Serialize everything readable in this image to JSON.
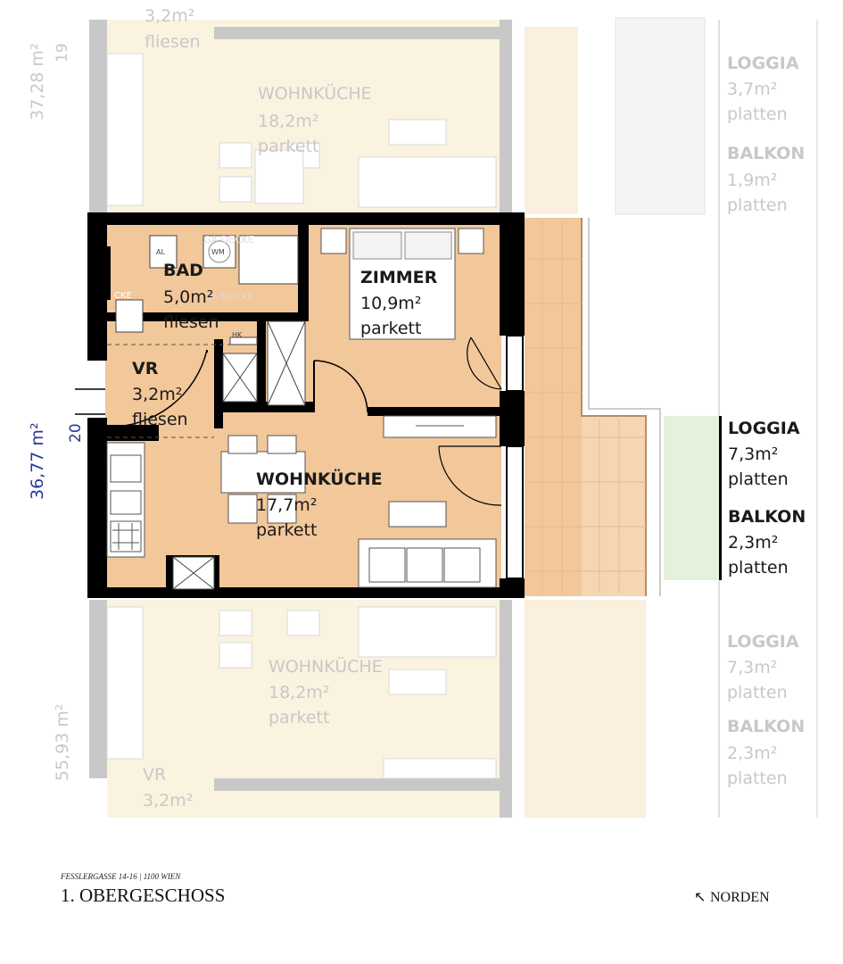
{
  "colors": {
    "highlight_floor": "#f2c79a",
    "faded_floor": "#faf3df",
    "wall": "#000000",
    "faded_wall": "#c8c8c8",
    "balcony_green": "#e6f1dc",
    "area_blue": "#27379b"
  },
  "unit": {
    "area": "36,77 m²",
    "number": "20",
    "rooms": {
      "bad": {
        "name": "BAD",
        "area": "5,0m²",
        "floor": "fliesen"
      },
      "vr": {
        "name": "VR",
        "area": "3,2m²",
        "floor": "fliesen"
      },
      "zimmer": {
        "name": "ZIMMER",
        "area": "10,9m²",
        "floor": "parkett"
      },
      "wohnkueche": {
        "name": "WOHNKÜCHE",
        "area": "17,7m²",
        "floor": "parkett"
      }
    },
    "outdoor": {
      "loggia": {
        "name": "LOGGIA",
        "area": "7,3m²",
        "floor": "platten"
      },
      "balkon": {
        "name": "BALKON",
        "area": "2,3m²",
        "floor": "platten"
      }
    },
    "fixtures": {
      "ga_decke_1": "GA-DECKE",
      "ga_decke_2": "GA-DECKE",
      "wm": "WM",
      "al": "AL",
      "hk": "HK",
      "cke": "CKE"
    }
  },
  "neighbor_top": {
    "area": "37,28 m²",
    "number": "19",
    "partial_area": "3,2m²",
    "partial_floor": "fliesen",
    "wohnkueche": {
      "name": "WOHNKÜCHE",
      "area": "18,2m²",
      "floor": "parkett"
    },
    "loggia": {
      "name": "LOGGIA",
      "area": "3,7m²",
      "floor": "platten"
    },
    "balkon": {
      "name": "BALKON",
      "area": "1,9m²",
      "floor": "platten"
    }
  },
  "neighbor_bottom": {
    "area": "55,93 m²",
    "wohnkueche": {
      "name": "WOHNKÜCHE",
      "area": "18,2m²",
      "floor": "parkett"
    },
    "vr": {
      "name": "VR",
      "area": "3,2m²"
    },
    "loggia": {
      "name": "LOGGIA",
      "area": "7,3m²",
      "floor": "platten"
    },
    "balkon": {
      "name": "BALKON",
      "area": "2,3m²",
      "floor": "platten"
    }
  },
  "footer": {
    "address": "FESSLERGASSE 14-16 | 1100 WIEN",
    "floor": "1. OBERGESCHOSS",
    "north_arrow": "↖",
    "north": "NORDEN"
  }
}
